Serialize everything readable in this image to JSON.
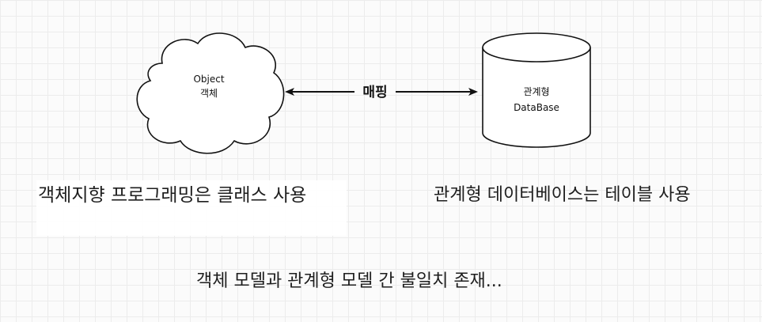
{
  "diagram": {
    "cloud": {
      "line1": "Object",
      "line2": "객체"
    },
    "arrow": {
      "label": "매핑"
    },
    "database": {
      "line1": "관계형",
      "line2": "DataBase"
    }
  },
  "captions": {
    "left": "객체지향 프로그래밍은 클래스 사용",
    "right": "관계형 데이터베이스는 테이블 사용",
    "bottom": "객체 모델과 관계형 모델 간 불일치 존재..."
  }
}
